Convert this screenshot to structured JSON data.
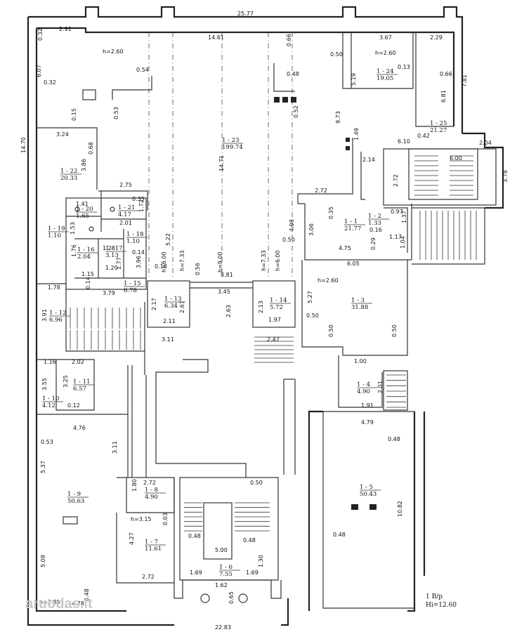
{
  "plan": {
    "top_total": "25.77",
    "bottom_total": "22.83",
    "left_total": "14.70",
    "floor_label": "1 B/p",
    "height_label": "Hi=12.60",
    "watermark": "aruodas.lt"
  },
  "dimensions": [
    {
      "t": "2.91"
    },
    {
      "t": "0.32"
    },
    {
      "t": "6.07"
    },
    {
      "t": "0.32"
    },
    {
      "t": "h=2.60"
    },
    {
      "t": "0.54"
    },
    {
      "t": "14.61"
    },
    {
      "t": "0.66"
    },
    {
      "t": "0.50"
    },
    {
      "t": "3.67"
    },
    {
      "t": "2.29"
    },
    {
      "t": "h=2.60"
    },
    {
      "t": "5.19"
    },
    {
      "t": "0.13"
    },
    {
      "t": "0.66"
    },
    {
      "t": "7.81"
    },
    {
      "t": "6.81"
    },
    {
      "t": "0.53"
    },
    {
      "t": "0.48"
    },
    {
      "t": "0.52"
    },
    {
      "t": "9.73"
    },
    {
      "t": "0.15"
    },
    {
      "t": "3.24"
    },
    {
      "t": "0.68"
    },
    {
      "t": "3.86"
    },
    {
      "t": "14.71"
    },
    {
      "t": "1.49"
    },
    {
      "t": "6.10"
    },
    {
      "t": "0.42"
    },
    {
      "t": "2.04"
    },
    {
      "t": "2.14"
    },
    {
      "t": "6.00"
    },
    {
      "t": "2.72"
    },
    {
      "t": "3.78"
    },
    {
      "t": "2.75"
    },
    {
      "t": "0.35"
    },
    {
      "t": "2.72"
    },
    {
      "t": "1.41"
    },
    {
      "t": "1.72"
    },
    {
      "t": "2.01"
    },
    {
      "t": "0.35"
    },
    {
      "t": "3.06"
    },
    {
      "t": "4.98"
    },
    {
      "t": "0.97"
    },
    {
      "t": "1.37"
    },
    {
      "t": "0.16"
    },
    {
      "t": "1.17"
    },
    {
      "t": "1.04"
    },
    {
      "t": "5.22"
    },
    {
      "t": "h=6.00"
    },
    {
      "t": "h=7.33"
    },
    {
      "t": "h=9.00"
    },
    {
      "t": "h=7.33"
    },
    {
      "t": "h=6.00"
    },
    {
      "t": "0.50"
    },
    {
      "t": "0.29"
    },
    {
      "t": "4.75"
    },
    {
      "t": "1.53"
    },
    {
      "t": "1.76"
    },
    {
      "t": "0.14"
    },
    {
      "t": "3.96"
    },
    {
      "t": "1.77"
    },
    {
      "t": "1.20"
    },
    {
      "t": "1.15"
    },
    {
      "t": "1.28"
    },
    {
      "t": "0.14"
    },
    {
      "t": "3.79"
    },
    {
      "t": "0.14"
    },
    {
      "t": "0.56"
    },
    {
      "t": "8.81"
    },
    {
      "t": "3.45"
    },
    {
      "t": "6.05"
    },
    {
      "t": "h=2.60"
    },
    {
      "t": "1.78"
    },
    {
      "t": "2.17"
    },
    {
      "t": "2.67"
    },
    {
      "t": "2.63"
    },
    {
      "t": "2.13"
    },
    {
      "t": "5.27"
    },
    {
      "t": "0.50"
    },
    {
      "t": "3.91"
    },
    {
      "t": "2.11"
    },
    {
      "t": "1.97"
    },
    {
      "t": "3.11"
    },
    {
      "t": "2.47"
    },
    {
      "t": "0.50"
    },
    {
      "t": "0.50"
    },
    {
      "t": "1.16"
    },
    {
      "t": "2.02"
    },
    {
      "t": "1.00"
    },
    {
      "t": "3.55"
    },
    {
      "t": "3.25"
    },
    {
      "t": "2.01"
    },
    {
      "t": "0.12"
    },
    {
      "t": "1.91"
    },
    {
      "t": "4.76"
    },
    {
      "t": "4.79"
    },
    {
      "t": "0.53"
    },
    {
      "t": "3.11"
    },
    {
      "t": "0.48"
    },
    {
      "t": "5.37"
    },
    {
      "t": "2.72"
    },
    {
      "t": "0.50"
    },
    {
      "t": "1.80"
    },
    {
      "t": "10.82"
    },
    {
      "t": "h=3.15"
    },
    {
      "t": "0.03"
    },
    {
      "t": "0.48"
    },
    {
      "t": "4.27"
    },
    {
      "t": "5.00"
    },
    {
      "t": "0.48"
    },
    {
      "t": "0.48"
    },
    {
      "t": "1.30"
    },
    {
      "t": "5.09"
    },
    {
      "t": "2.72"
    },
    {
      "t": "1.69"
    },
    {
      "t": "1.69"
    },
    {
      "t": "1.62"
    },
    {
      "t": "0.65"
    },
    {
      "t": "h=2.80"
    },
    {
      "t": "4.78"
    },
    {
      "t": "0.48"
    }
  ],
  "rooms": [
    {
      "id": "1 - 24",
      "area": "19.05"
    },
    {
      "id": "1 - 25",
      "area": "21.27"
    },
    {
      "id": "1 - 23",
      "area": "199.74"
    },
    {
      "id": "1 - 22",
      "area": "20.33"
    },
    {
      "id": "1 - 20",
      "area": "1.65"
    },
    {
      "id": "1 - 21",
      "area": "4.17"
    },
    {
      "id": "1 - 19",
      "area": "1.10"
    },
    {
      "id": "1 - 18",
      "area": "1.10"
    },
    {
      "id": "1 - 16",
      "area": "2.04"
    },
    {
      "id": "1 - 17",
      "area": "3.13"
    },
    {
      "id": "1 - 15",
      "area": "6.78"
    },
    {
      "id": "1 - 1",
      "area": "21.77"
    },
    {
      "id": "1 - 2",
      "area": "1.33"
    },
    {
      "id": "1 - 13",
      "area": "6.34"
    },
    {
      "id": "1 - 14",
      "area": "5.72"
    },
    {
      "id": "1 - 3",
      "area": "31.88"
    },
    {
      "id": "1 - 12",
      "area": "6.96"
    },
    {
      "id": "1 - 11",
      "area": "6.57"
    },
    {
      "id": "1 - 10",
      "area": "4.12"
    },
    {
      "id": "1 - 4",
      "area": "4.90"
    },
    {
      "id": "1 - 9",
      "area": "50.63"
    },
    {
      "id": "1 - 8",
      "area": "4.90"
    },
    {
      "id": "1 - 5",
      "area": "50.43"
    },
    {
      "id": "1 - 7",
      "area": "11.61"
    },
    {
      "id": "1 - 6",
      "area": "7.55"
    }
  ]
}
